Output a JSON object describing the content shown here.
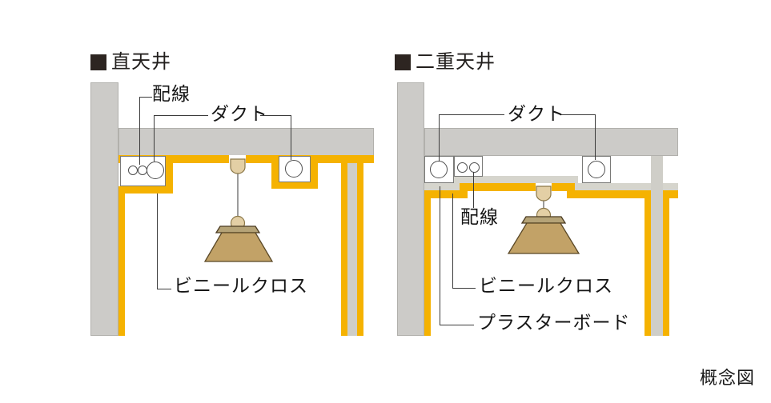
{
  "figure_caption": "概念図",
  "colors": {
    "vinyl_yellow": "#f5b201",
    "concrete_gray": "#cccbc8",
    "plasterboard_gray": "#d6d5cd",
    "lamp_tan": "#c2a267",
    "header_square": "#2d2521"
  },
  "left_diagram": {
    "title": "直天井",
    "labels": {
      "wiring": "配線",
      "duct": "ダクト",
      "vinyl_cloth": "ビニールクロス"
    }
  },
  "right_diagram": {
    "title": "二重天井",
    "labels": {
      "duct": "ダクト",
      "wiring": "配線",
      "vinyl_cloth": "ビニールクロス",
      "plasterboard": "プラスターボード"
    }
  }
}
